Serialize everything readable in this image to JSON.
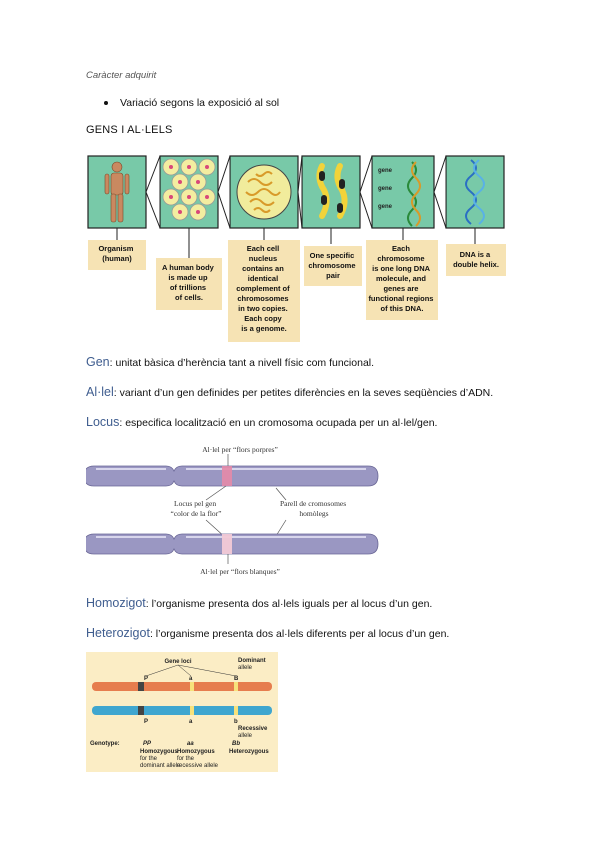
{
  "page": {
    "subtitle": "Caràcter adquirit",
    "bullet": "Variació segons la exposició al sol",
    "heading": "GENS I AL·LELS"
  },
  "figure1": {
    "captions": [
      {
        "id": "organism",
        "lines": [
          "Organism",
          "(human)"
        ]
      },
      {
        "id": "body",
        "lines": [
          "A human body",
          "is made up",
          "of trillions",
          "of cells."
        ]
      },
      {
        "id": "cell",
        "lines": [
          "Each cell",
          "nucleus",
          "contains an",
          "identical",
          "complement of",
          "chromosomes",
          "in two copies.",
          "Each copy",
          "is a genome."
        ]
      },
      {
        "id": "chromosome",
        "lines": [
          "One specific",
          "chromosome",
          "pair"
        ]
      },
      {
        "id": "dna",
        "lines": [
          "Each",
          "chromosome",
          "is one long DNA",
          "molecule, and",
          "genes are",
          "functional regions",
          "of this DNA."
        ]
      },
      {
        "id": "helix",
        "lines": [
          "DNA is a",
          "double helix."
        ]
      }
    ],
    "gene_labels": [
      "gene",
      "gene",
      "gene"
    ]
  },
  "definitions": {
    "gen": {
      "term": "Gen",
      "text": ": unitat bàsica d’herència tant a nivell físic com funcional."
    },
    "alel": {
      "term": "Al·lel",
      "text": ": variant d’un gen definides per petites diferències en la seves seqüències d’ADN."
    },
    "locus": {
      "term": "Locus",
      "text": ": especifica localització en un cromosoma ocupada per un al·lel/gen."
    },
    "homozigot": {
      "term": "Homozigot",
      "text": ": l’organisme presenta dos al·lels iguals per al locus d’un gen."
    },
    "heterozigot": {
      "term": "Heterozigot",
      "text": ": l’organisme presenta dos al·lels diferents per al locus d’un gen."
    }
  },
  "figure2": {
    "label_top": "Al·lel per “flors porpres”",
    "label_locus_1": "Locus pel gen",
    "label_locus_2": "“color de la flor”",
    "label_pair_1": "Parell de cromosomes",
    "label_pair_2": "homòlegs",
    "label_bottom": "Al·lel per “flors blanques”"
  },
  "figure3": {
    "gene_loci": "Gene loci",
    "dominant_1": "Dominant",
    "dominant_2": "allele",
    "recessive_1": "Recessive",
    "recessive_2": "allele",
    "locus_top": [
      "P",
      "a",
      "B"
    ],
    "locus_bottom": [
      "P",
      "a",
      "b"
    ],
    "genotype_label": "Genotype:",
    "genotypes": [
      "PP",
      "aa",
      "Bb"
    ],
    "descriptions": [
      {
        "lines": [
          "Homozygous",
          "for the",
          "dominant allele"
        ]
      },
      {
        "lines": [
          "Homozygous",
          "for the",
          "recessive allele"
        ]
      },
      {
        "lines": [
          "Heterozygous"
        ]
      }
    ]
  },
  "colors": {
    "term_blue": "#3f5d8f",
    "panel_green": "#78c9a8",
    "caption_tan": "#f6e3b4",
    "chromosome_purple": "#9a97c2",
    "allele_pink": "#e48aa8",
    "chrom_orange": "#e67d4e",
    "chrom_blue": "#3fa6cf",
    "fig3_bg": "#fbedc5"
  }
}
